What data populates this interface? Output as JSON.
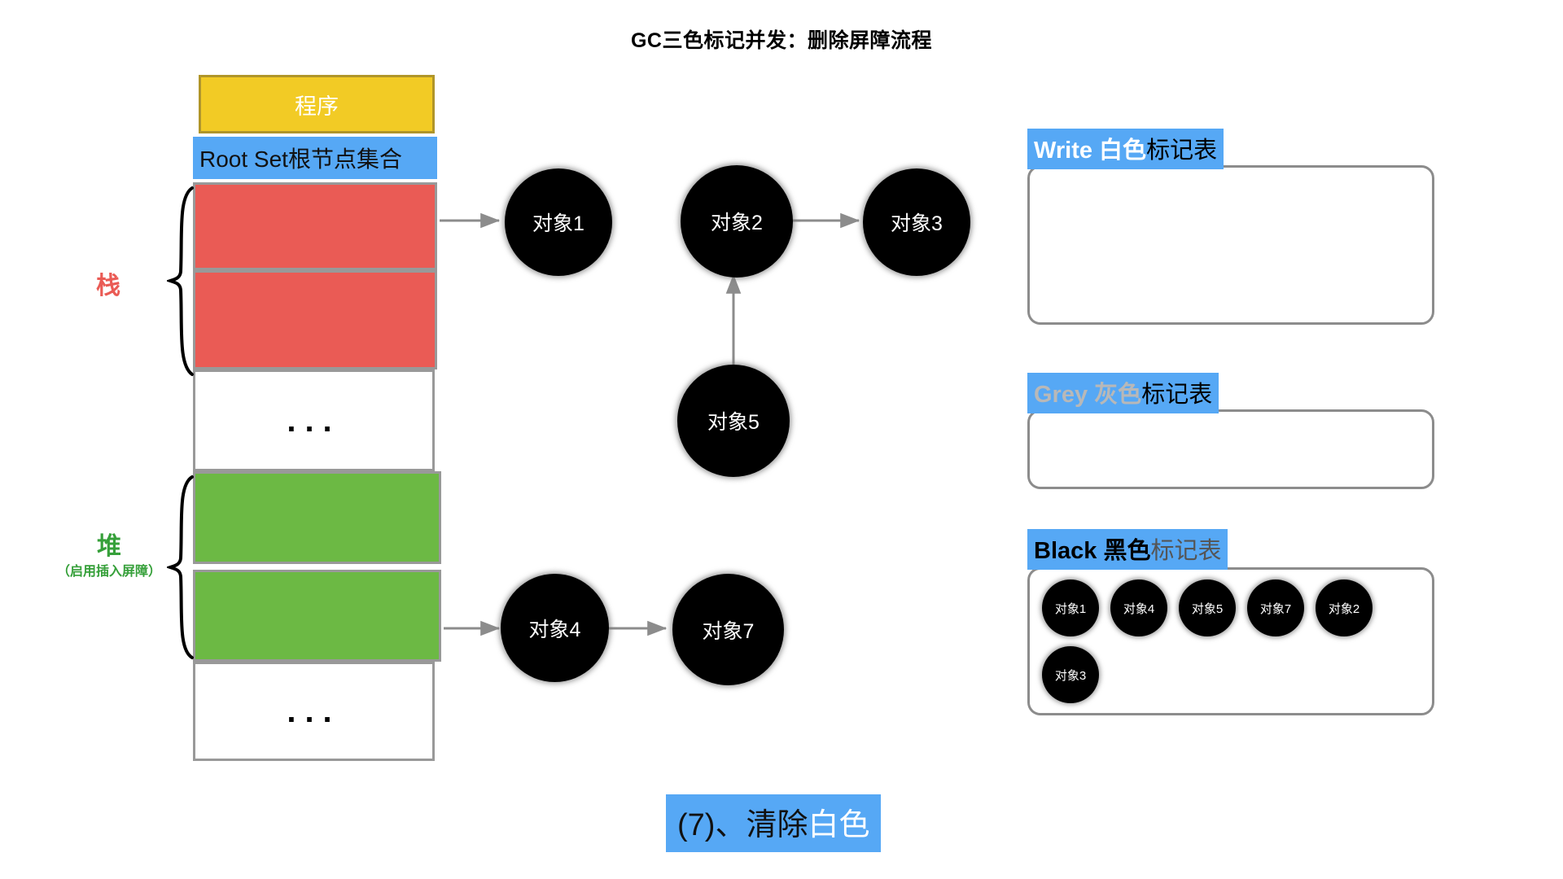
{
  "title": "GC三色标记并发：删除屏障流程",
  "memory_column": {
    "program_block": {
      "label": "程序",
      "color": "#f2cb25"
    },
    "root_set_block": {
      "label": "Root Set根节点集合",
      "color": "#56a8f5"
    },
    "slots": [
      {
        "name": "stack-slot-1",
        "kind": "red",
        "label": "",
        "color": "#ea5b55"
      },
      {
        "name": "stack-slot-2",
        "kind": "red",
        "label": "",
        "color": "#ea5b55"
      },
      {
        "name": "stack-ellipsis",
        "kind": "dots",
        "label": "...",
        "color": "#ffffff"
      },
      {
        "name": "heap-slot-1",
        "kind": "green",
        "label": "",
        "color": "#6cb944"
      },
      {
        "name": "heap-slot-2",
        "kind": "green",
        "label": "",
        "color": "#6cb944"
      },
      {
        "name": "heap-ellipsis",
        "kind": "dots",
        "label": "...",
        "color": "#ffffff"
      }
    ]
  },
  "side_labels": {
    "stack": {
      "text": "栈",
      "sub": "",
      "color": "#ea5b55"
    },
    "heap": {
      "text": "堆",
      "sub": "（启用插入屏障）",
      "color": "#36a03a"
    }
  },
  "graph": {
    "nodes": [
      {
        "id": "obj1",
        "label": "对象1"
      },
      {
        "id": "obj2",
        "label": "对象2"
      },
      {
        "id": "obj3",
        "label": "对象3"
      },
      {
        "id": "obj5",
        "label": "对象5"
      },
      {
        "id": "obj4",
        "label": "对象4"
      },
      {
        "id": "obj7",
        "label": "对象7"
      }
    ],
    "edges": [
      {
        "from": "stack-slot-1",
        "to": "obj1"
      },
      {
        "from": "obj2",
        "to": "obj3"
      },
      {
        "from": "obj5",
        "to": "obj2"
      },
      {
        "from": "heap-slot-2",
        "to": "obj4"
      },
      {
        "from": "obj4",
        "to": "obj7"
      }
    ]
  },
  "mark_tables": [
    {
      "id": "white",
      "title_parts": [
        {
          "text": "Write ",
          "style": "white"
        },
        {
          "text": "白色",
          "style": "white"
        },
        {
          "text": "标记表",
          "style": "black-normal"
        }
      ],
      "title_plain": "Write 白色标记表",
      "items": []
    },
    {
      "id": "grey",
      "title_parts": [
        {
          "text": "Grey ",
          "style": "grey"
        },
        {
          "text": "灰色",
          "style": "grey"
        },
        {
          "text": "标记表",
          "style": "black-normal"
        }
      ],
      "title_plain": "Grey 灰色标记表",
      "items": []
    },
    {
      "id": "black",
      "title_parts": [
        {
          "text": "Black ",
          "style": "black"
        },
        {
          "text": "黑色",
          "style": "black"
        },
        {
          "text": "标记表",
          "style": "light-normal"
        }
      ],
      "title_plain": "Black 黑色标记表",
      "items": [
        "对象1",
        "对象4",
        "对象5",
        "对象7",
        "对象2",
        "对象3"
      ]
    }
  ],
  "caption": {
    "prefix": "(7)、清除",
    "highlight": "白色",
    "bg_color": "#56a8f5"
  },
  "colors": {
    "blue": "#56a8f5",
    "yellow": "#f2cb25",
    "red": "#ea5b55",
    "green": "#6cb944",
    "grey_border": "#999999",
    "arrow": "#8c8c8c"
  }
}
